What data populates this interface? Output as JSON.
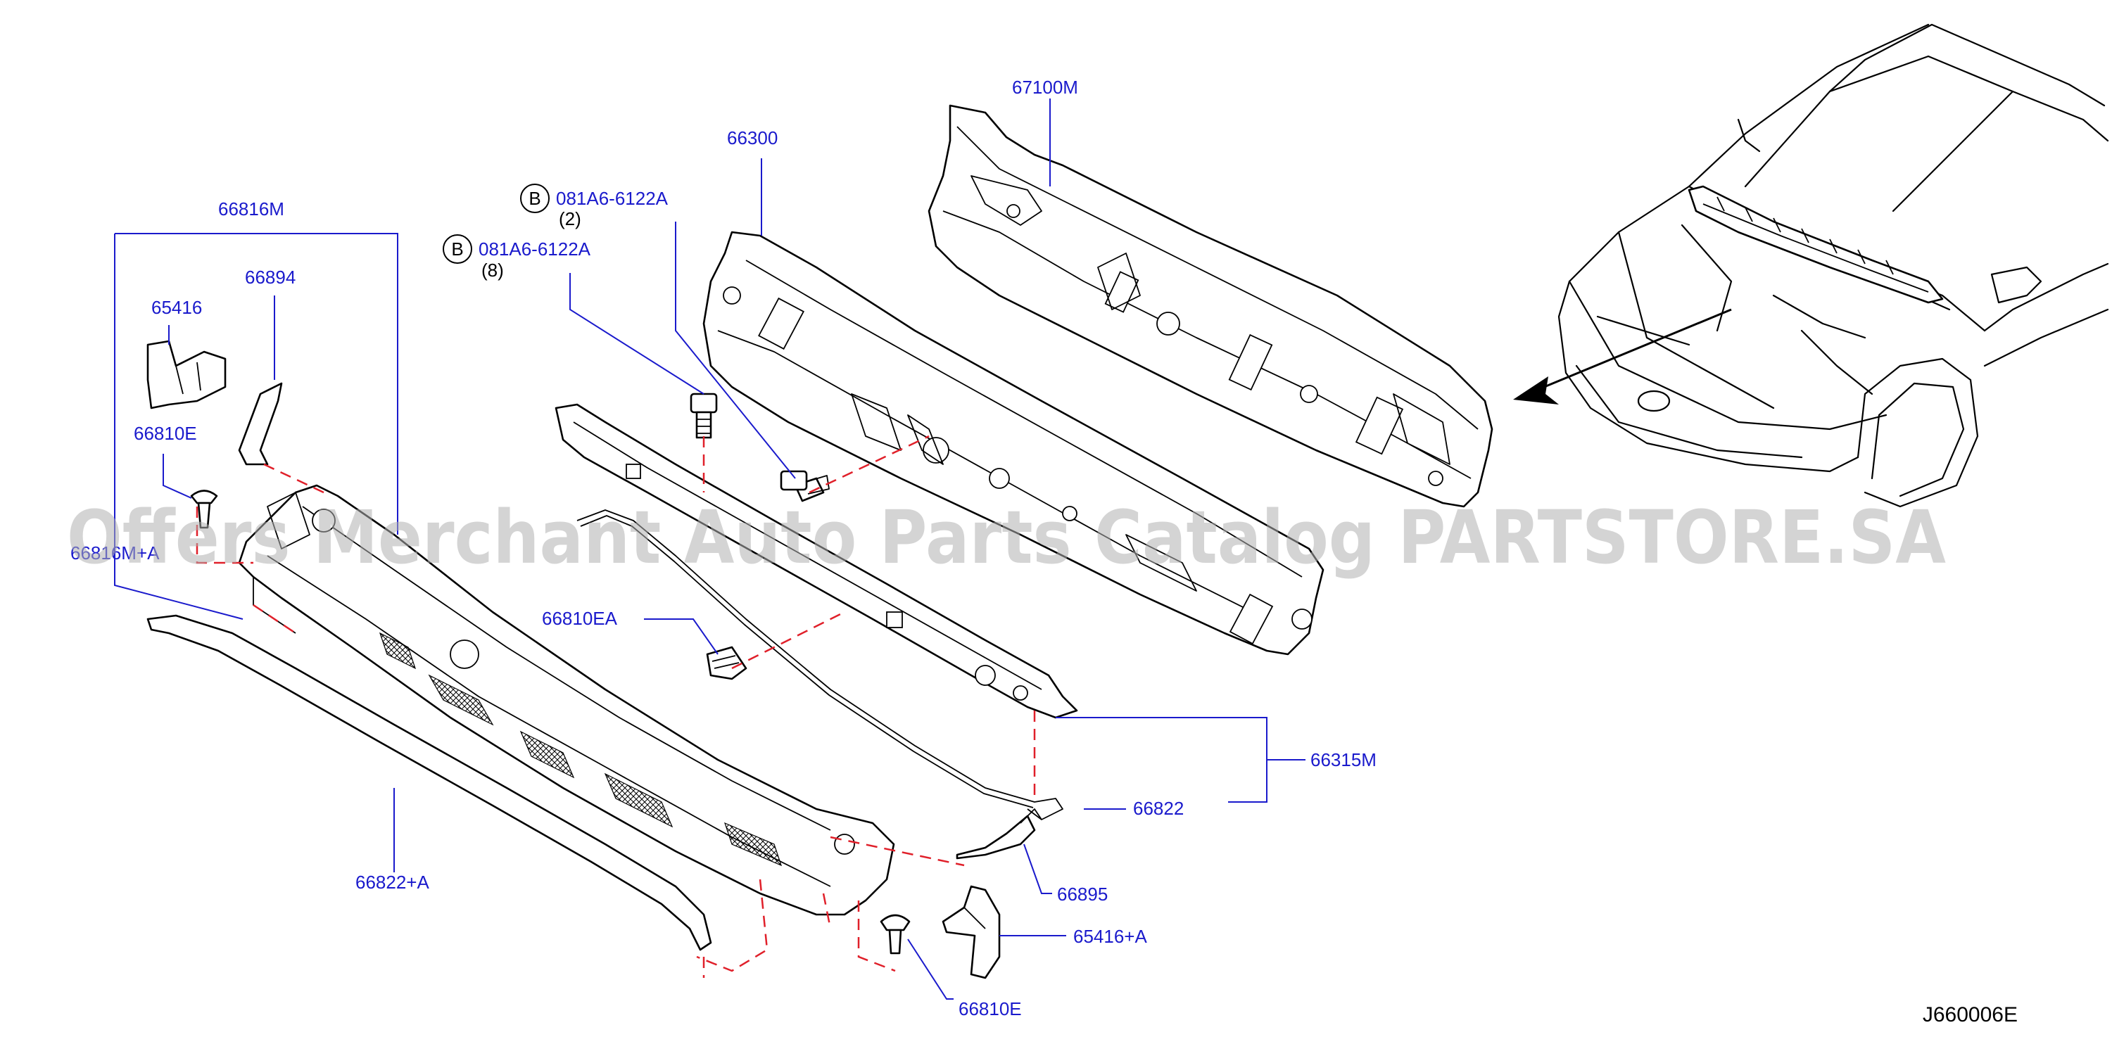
{
  "diagram": {
    "watermark": "Offers Merchant Auto Parts Catalog PARTSTORE.SA",
    "diagram_code": "J660006E",
    "callout_marker": "B",
    "labels": {
      "p67100M": "67100M",
      "p66300": "66300",
      "p66816M": "66816M",
      "p66894": "66894",
      "p65416": "65416",
      "p66810E_top": "66810E",
      "p66816MA": "66816M+A",
      "p66810EA": "66810EA",
      "p66315M": "66315M",
      "p66822": "66822",
      "p66822A": "66822+A",
      "p66895": "66895",
      "p65416A": "65416+A",
      "p66810E_bottom": "66810E",
      "bolt1": "081A6-6122A",
      "bolt1_qty": "(2)",
      "bolt2": "081A6-6122A",
      "bolt2_qty": "(8)"
    }
  }
}
